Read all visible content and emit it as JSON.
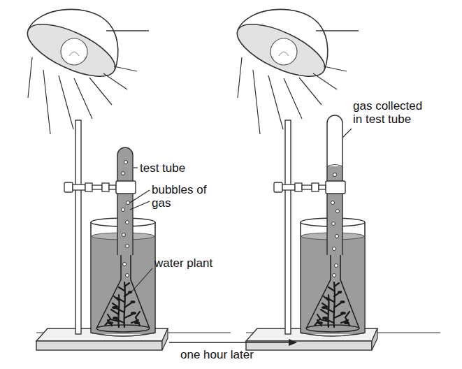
{
  "diagram": {
    "labels": [
      "test tube",
      "bubbles of gas",
      "water plant",
      "gas collected in test tube",
      "one hour later"
    ]
  }
}
